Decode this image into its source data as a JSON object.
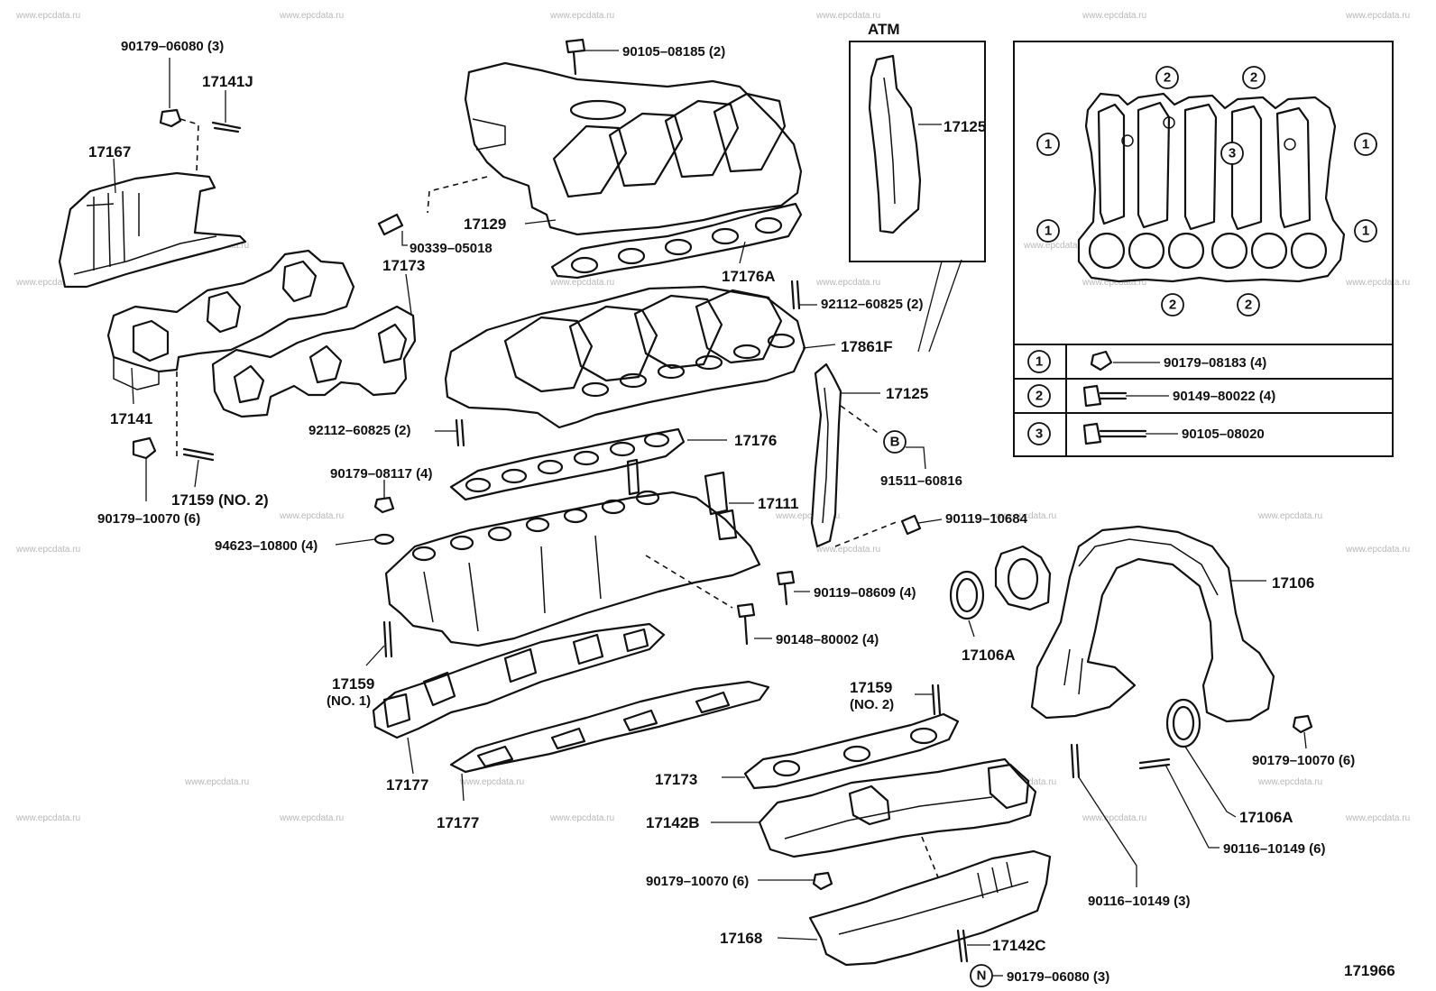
{
  "watermark": "www.epcdata.ru",
  "page_code": "171966",
  "atm_label": "ATM",
  "labels": {
    "l_90179_06080_top": "90179–06080 (3)",
    "l_17141J": "17141J",
    "l_17167": "17167",
    "l_17141": "17141",
    "l_90179_10070_left": "90179–10070 (6)",
    "l_17159_no2_left": "17159 (NO. 2)",
    "l_90105_08185": "90105–08185 (2)",
    "l_17129": "17129",
    "l_90339_05018": "90339–05018",
    "l_17173_top": "17173",
    "l_17176A": "17176A",
    "l_92112_60825_right": "92112–60825 (2)",
    "l_17861F": "17861F",
    "l_92112_60825_left": "92112–60825 (2)",
    "l_17176": "17176",
    "l_90179_08117": "90179–08117 (4)",
    "l_17111": "17111",
    "l_94623_10800": "94623–10800 (4)",
    "l_90119_08609": "90119–08609 (4)",
    "l_90148_80002": "90148–80002 (4)",
    "l_17159_no1_a": "17159",
    "l_17159_no1_b": "(NO. 1)",
    "l_17177_a": "17177",
    "l_17177_b": "17177",
    "l_17125_atm": "17125",
    "l_17125": "17125",
    "l_91511_60816": "91511–60816",
    "l_90119_10684": "90119–10684",
    "l_17106": "17106",
    "l_17106A_left": "17106A",
    "l_17159_no2_mid_a": "17159",
    "l_17159_no2_mid_b": "(NO. 2)",
    "l_17173_bottom": "17173",
    "l_17142B": "17142B",
    "l_90179_10070_mid": "90179–10070 (6)",
    "l_17168": "17168",
    "l_17142C": "17142C",
    "l_90179_06080_bottom": "90179–06080 (3)",
    "l_90179_10070_right": "90179–10070 (6)",
    "l_17106A_right": "17106A",
    "l_90116_10149_6": "90116–10149 (6)",
    "l_90116_10149_3": "90116–10149 (3)"
  },
  "markers": {
    "B": "B",
    "N": "N",
    "one": "1",
    "two": "2",
    "three": "3"
  },
  "legend": [
    {
      "key": "1",
      "part": "90179–08183 (4)"
    },
    {
      "key": "2",
      "part": "90149–80022 (4)"
    },
    {
      "key": "3",
      "part": "90105–08020"
    }
  ]
}
